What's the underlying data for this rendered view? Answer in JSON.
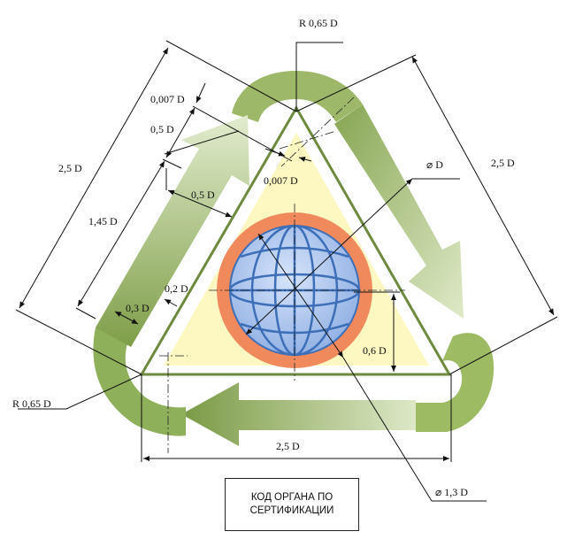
{
  "labels": {
    "r_top": "R 0,65 D",
    "r_left": "R 0,65 D",
    "w_outer_left": "2,5 D",
    "w_outer_right": "2,5 D",
    "w_bottom": "2,5 D",
    "d_0007_top": "0,007 D",
    "d_05_top": "0,5 D",
    "d_05_arrow": "0,5 D",
    "d_145": "1,45 D",
    "d_0007_inner": "0,007 D",
    "d_02": "0,2 D",
    "d_03": "0,3 D",
    "d_06": "0,6 D",
    "diam_d": "⌀ D",
    "diam_13d": "⌀ 1,3 D"
  },
  "certificate_box": {
    "line1": "КОД ОРГАНА ПО",
    "line2": "СЕРТИФИКАЦИИ"
  },
  "colors": {
    "arrow_green": "#8fb05a",
    "arrow_green_light": "#dfe9c8",
    "triangle_fill": "#fdf8c2",
    "triangle_stroke": "#6d8a3e",
    "ring_orange": "#f08a5d",
    "globe_blue": "#a9c3ee",
    "globe_lines": "#3d6fb8"
  }
}
